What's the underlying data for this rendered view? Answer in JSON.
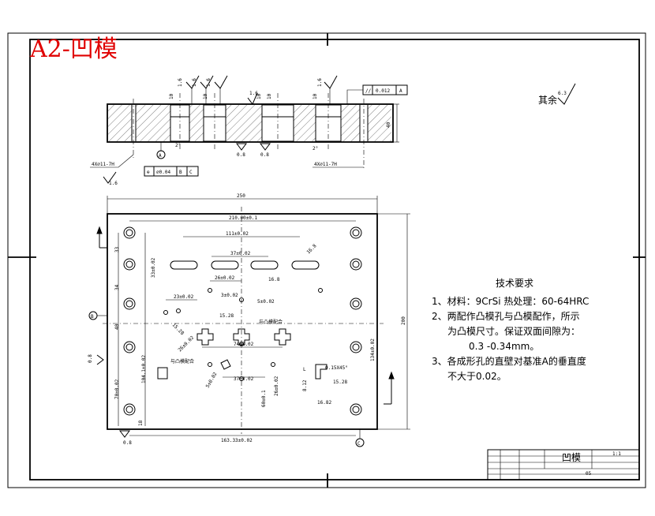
{
  "title": "A2-凹模",
  "roughness_other": {
    "label": "其余",
    "value": "6.3"
  },
  "top_view_labels": {
    "roughness_a": "1.6",
    "roughness_b": "1.6",
    "roughness_c": "1.6",
    "roughness_d": "1.6",
    "parallel_tol": "0.012",
    "parallel_datum": "A",
    "datum_a_mark": "A",
    "datum_b_mark": "B",
    "height_dim": "40",
    "hole_dim_left": "4X⌀11-7H",
    "hole_dim_right": "4X⌀11-7H",
    "position_tol": "⌀0.04",
    "position_datums": [
      "B",
      "C"
    ],
    "ra_small": "1.6",
    "angle_a": "2°",
    "angle_b": "2°",
    "depth_a": "10",
    "depth_b": "10",
    "depth_c": "10",
    "depth_d": "10",
    "depth_e": "10",
    "ra_bottom": "0.8",
    "ra_bottom2": "0.8"
  },
  "plan_view_labels": {
    "width_total": "250",
    "height_total": "200",
    "dim_hole_span": "210.00±0.1",
    "dim_slot_pitch": "111±0.02",
    "dim_slot_a": "37±0.02",
    "dim_slot_b": "16.8",
    "dim_slot_c": "26±0.02",
    "dim_slot_d": "33±0.02",
    "dim_slot_e": "23±0.02",
    "dim_slot_f": "3±0.02",
    "dim_slot_g": "5±0.02",
    "dim_hole_bottom": "163.33±0.02",
    "dim_74": "74±0.02",
    "dim_37": "37±0.02",
    "dim_15": "15.28",
    "dim_15b": "15.28",
    "chamfer": "0.15X45°",
    "dim_8": "8.12",
    "dim_16": "16.82",
    "dim_left_a": "33",
    "dim_left_b": "34",
    "dim_left_c": "40",
    "dim_left_d": "70±0.02",
    "dim_left_e": "104.1±0.02",
    "dim_left_f": "18",
    "dim_right": "134±0.02",
    "dim_center_v": "60±0.1",
    "note_a": "与凸模配合",
    "note_b": "与凸模配合",
    "datum_bottom_left": "0.8",
    "datum_bottom_left_b": "B",
    "datum_bottom_right": "C",
    "datum_left": "B",
    "ra_left": "0.8"
  },
  "tech_req": {
    "heading": "技术要求",
    "lines": [
      "1、材料：9CrSi 热处理：60-64HRC",
      "2、两配作凸模孔与凸模配作，所示",
      "为凸模尺寸。保证双面间隙为：",
      "0.3 -0.34mm。",
      "3、各成形孔的直壁对基准A的垂直度",
      "不大于0.02。"
    ]
  },
  "title_block": {
    "name": "凹模",
    "scale": "1:1",
    "code": "05"
  }
}
